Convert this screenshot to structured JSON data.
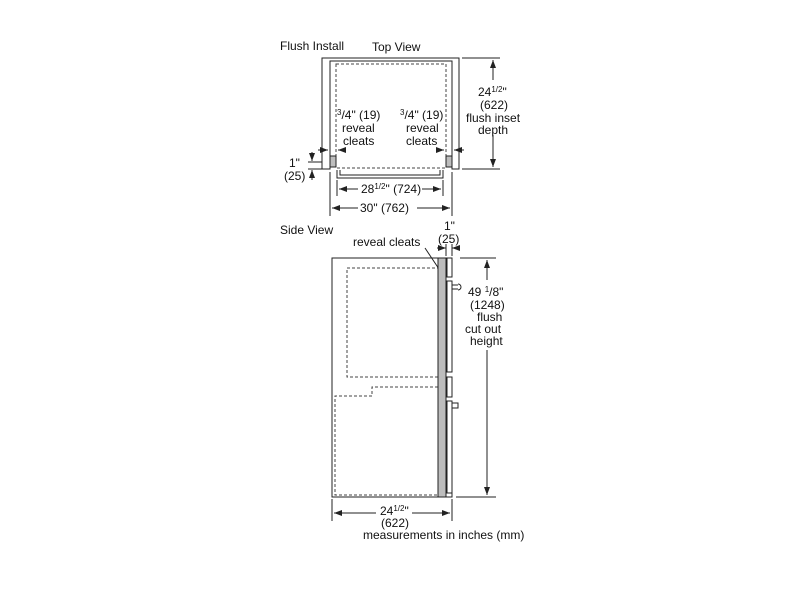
{
  "top_view": {
    "label_install": "Flush Install",
    "label_view": "Top View",
    "depth": {
      "inches_whole": "24",
      "inches_frac": "1/2",
      "mm": "(622)",
      "line1": "flush inset",
      "line2": "depth"
    },
    "cleat_left": {
      "inches_sup": "3",
      "inches_rest": "/4\" (19)",
      "line1": "reveal",
      "line2": "cleats"
    },
    "cleat_right": {
      "inches_sup": "3",
      "inches_rest": "/4\" (19)",
      "line1": "reveal",
      "line2": "cleats"
    },
    "reveal": {
      "inches": "1\"",
      "mm": "(25)"
    },
    "inner_width": {
      "whole": "28",
      "frac": "1/2",
      "rest": "\" (724)"
    },
    "outer_width": "30\" (762)"
  },
  "side_view": {
    "label_view": "Side View",
    "cleat_label": "reveal cleats",
    "door_depth": {
      "inches": "1\"",
      "mm": "(25)"
    },
    "height": {
      "whole": "49 ",
      "frac_sup": "1",
      "frac_rest": "/8\"",
      "mm": "(1248)",
      "line1": "flush",
      "line2": "cut out",
      "line3": "height"
    },
    "depth": {
      "whole": "24",
      "frac": "1/2",
      "rest": "\"",
      "mm": "(622)"
    },
    "note": "measurements in inches (mm)"
  },
  "colors": {
    "cleat_fill": "#bdbdbd",
    "line": "#222222"
  }
}
